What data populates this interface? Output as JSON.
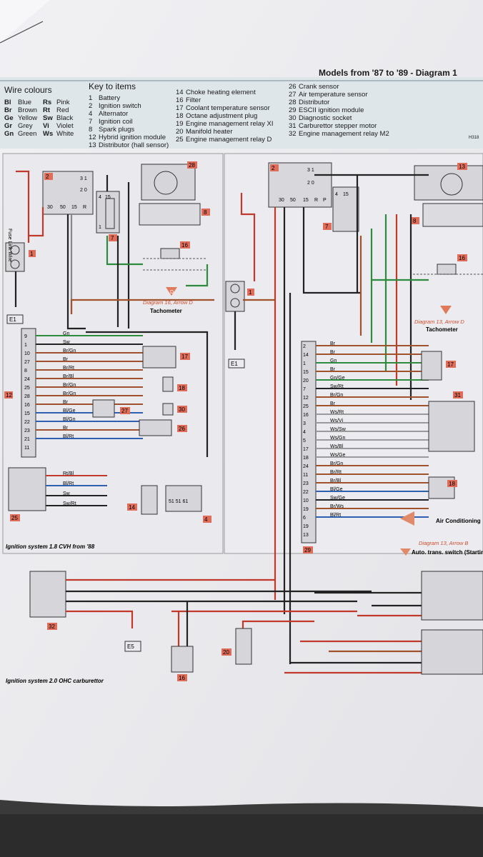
{
  "header": {
    "title": "Models from '87 to '89 - Diagram 1",
    "wire_colours_title": "Wire colours",
    "key_title": "Key to items",
    "ref": "H318"
  },
  "wire_colours": [
    {
      "code": "Bl",
      "name": "Blue"
    },
    {
      "code": "Br",
      "name": "Brown"
    },
    {
      "code": "Ge",
      "name": "Yellow"
    },
    {
      "code": "Gr",
      "name": "Grey"
    },
    {
      "code": "Gn",
      "name": "Green"
    },
    {
      "code": "Rs",
      "name": "Pink"
    },
    {
      "code": "Rt",
      "name": "Red"
    },
    {
      "code": "Sw",
      "name": "Black"
    },
    {
      "code": "Vi",
      "name": "Violet"
    },
    {
      "code": "Ws",
      "name": "White"
    }
  ],
  "key_items": [
    {
      "n": "1",
      "label": "Battery"
    },
    {
      "n": "2",
      "label": "Ignition switch"
    },
    {
      "n": "4",
      "label": "Alternator"
    },
    {
      "n": "7",
      "label": "Ignition coil"
    },
    {
      "n": "8",
      "label": "Spark plugs"
    },
    {
      "n": "12",
      "label": "Hybrid ignition module"
    },
    {
      "n": "13",
      "label": "Distributor (hall sensor)"
    },
    {
      "n": "14",
      "label": "Choke heating element"
    },
    {
      "n": "16",
      "label": "Filter"
    },
    {
      "n": "17",
      "label": "Coolant temperature sensor"
    },
    {
      "n": "18",
      "label": "Octane adjustment plug"
    },
    {
      "n": "19",
      "label": "Engine management relay XI"
    },
    {
      "n": "20",
      "label": "Manifold heater"
    },
    {
      "n": "25",
      "label": "Engine management relay D"
    },
    {
      "n": "26",
      "label": "Crank sensor"
    },
    {
      "n": "27",
      "label": "Air temperature sensor"
    },
    {
      "n": "28",
      "label": "Distributor"
    },
    {
      "n": "29",
      "label": "ESCII ignition module"
    },
    {
      "n": "30",
      "label": "Diagnostic socket"
    },
    {
      "n": "31",
      "label": "Carburettor stepper motor"
    },
    {
      "n": "32",
      "label": "Engine management relay M2"
    }
  ],
  "left_system": {
    "caption": "Ignition system 1.8 CVH from '88",
    "module_pins": [
      "9",
      "1",
      "10",
      "27",
      "8",
      "24",
      "25",
      "28",
      "16",
      "15",
      "22",
      "23",
      "21",
      "11"
    ],
    "module_wires": [
      "Gn",
      "Sw",
      "Br/Gn",
      "Br",
      "Br/Rt",
      "Br/Bl",
      "Br/Gn",
      "Br/Gn",
      "Br",
      "Bl/Ge",
      "Bl/Gn",
      "Br",
      "Bl/Rt"
    ],
    "relay_wires": [
      "Rt/Bl",
      "Bl/Rt",
      "Sw",
      "Sw/Rt"
    ],
    "diagram_ref": "Diagram 16, Arrow D",
    "tachometer": "Tachometer",
    "earth": "E1",
    "fuse_link": "Fuse Link Wire"
  },
  "right_system": {
    "caption": "Ignition system 2.0 OHC carburettor",
    "module_pins": [
      "2",
      "14",
      "1",
      "15",
      "20",
      "7",
      "12",
      "25",
      "16",
      "3",
      "4",
      "5",
      "17",
      "18",
      "24",
      "11",
      "23",
      "22",
      "10",
      "19",
      "6",
      "19",
      "13"
    ],
    "module_wires": [
      "Br",
      "Br",
      "Gn",
      "Br",
      "Gn/Ge",
      "Sw/Rt",
      "Br/Gn",
      "Br",
      "Ws/Rt",
      "Ws/Vi",
      "Ws/Sw",
      "Ws/Gn",
      "Ws/Bl",
      "Ws/Ge",
      "Br/Gn",
      "Br/Rt",
      "Br/Bl",
      "Bl/Ge",
      "Sw/Ge",
      "Br/Ws",
      "Bl/Rt"
    ],
    "air_con": "Air Conditioning",
    "diagram_ref": "Diagram 13, Arrow D",
    "tachometer": "Tachometer",
    "auto_ref": "Diagram 13, Arrow B",
    "auto_label": "Auto. trans. switch (Starting and charging)",
    "earth": "E1",
    "earth5": "E5"
  }
}
